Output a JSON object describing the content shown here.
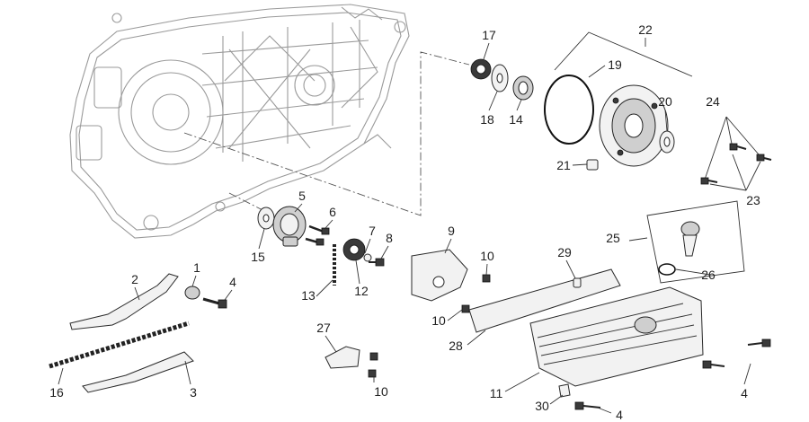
{
  "diagram": {
    "callouts": [
      {
        "id": "c17",
        "text": "17"
      },
      {
        "id": "c22",
        "text": "22"
      },
      {
        "id": "c19",
        "text": "19"
      },
      {
        "id": "c18",
        "text": "18"
      },
      {
        "id": "c14",
        "text": "14"
      },
      {
        "id": "c20",
        "text": "20"
      },
      {
        "id": "c24",
        "text": "24"
      },
      {
        "id": "c21",
        "text": "21"
      },
      {
        "id": "c23",
        "text": "23"
      },
      {
        "id": "c5",
        "text": "5"
      },
      {
        "id": "c6",
        "text": "6"
      },
      {
        "id": "c7",
        "text": "7"
      },
      {
        "id": "c8",
        "text": "8"
      },
      {
        "id": "c15",
        "text": "15"
      },
      {
        "id": "c9",
        "text": "9"
      },
      {
        "id": "c10a",
        "text": "10"
      },
      {
        "id": "c25",
        "text": "25"
      },
      {
        "id": "c26",
        "text": "26"
      },
      {
        "id": "c29",
        "text": "29"
      },
      {
        "id": "c2",
        "text": "2"
      },
      {
        "id": "c1",
        "text": "1"
      },
      {
        "id": "c4a",
        "text": "4"
      },
      {
        "id": "c13",
        "text": "13"
      },
      {
        "id": "c12",
        "text": "12"
      },
      {
        "id": "c10b",
        "text": "10"
      },
      {
        "id": "c27",
        "text": "27"
      },
      {
        "id": "c28",
        "text": "28"
      },
      {
        "id": "c16",
        "text": "16"
      },
      {
        "id": "c3",
        "text": "3"
      },
      {
        "id": "c10c",
        "text": "10"
      },
      {
        "id": "c11",
        "text": "11"
      },
      {
        "id": "c4b",
        "text": "4"
      },
      {
        "id": "c30",
        "text": "30"
      },
      {
        "id": "c4c",
        "text": "4"
      }
    ]
  }
}
